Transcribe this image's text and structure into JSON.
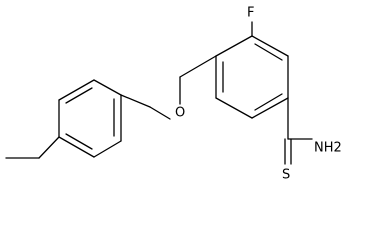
{
  "molecule": {
    "atoms": {
      "fluorine": "F",
      "oxygen": "O",
      "sulfur": "S",
      "amine": "NH2"
    },
    "colors": {
      "bond": "#000000",
      "label": "#000000",
      "background": "#ffffff"
    }
  }
}
